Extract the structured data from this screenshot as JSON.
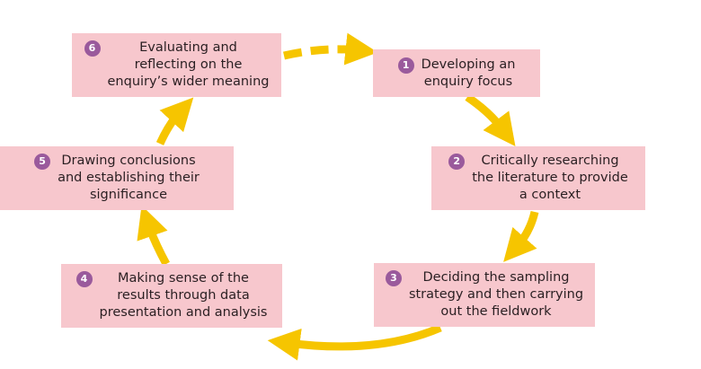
{
  "steps": [
    {
      "num": "1",
      "lines": [
        "Developing an",
        "enquiry focus"
      ]
    },
    {
      "num": "2",
      "lines": [
        "Critically researching",
        "the literature to provide",
        "a context"
      ]
    },
    {
      "num": "3",
      "lines": [
        "Deciding the sampling",
        "strategy and then carrying",
        "out the fieldwork"
      ]
    },
    {
      "num": "4",
      "lines": [
        "Making sense of the",
        "results through data",
        "presentation and analysis"
      ]
    },
    {
      "num": "5",
      "lines": [
        "Drawing conclusions",
        "and establishing their",
        "significance"
      ]
    },
    {
      "num": "6",
      "lines": [
        "Evaluating and",
        "reflecting on the",
        "enquiry’s wider meaning"
      ]
    }
  ],
  "colors": {
    "box": "#f7c7cd",
    "badge": "#9a5a9c",
    "arrow": "#f6c500"
  }
}
